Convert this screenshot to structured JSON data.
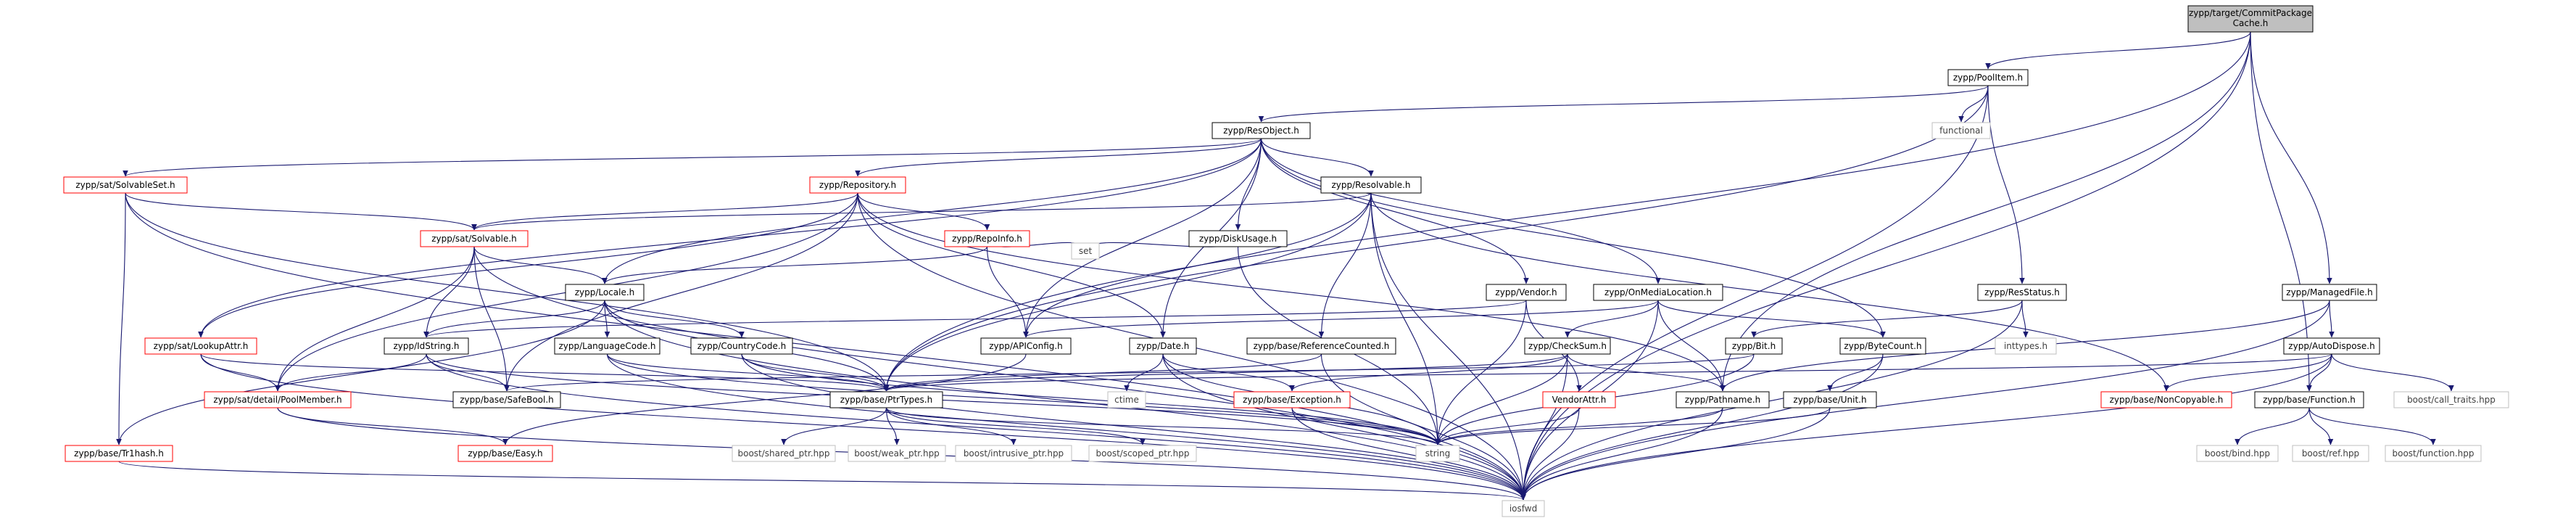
{
  "colors": {
    "edge": "#191970",
    "edge_alt": "#2e2e8f",
    "box_border_default": "#000000",
    "box_border_missing": "#ff0000",
    "box_border_external": "#bfbfbf",
    "box_fill": "#ffffff",
    "box_fill_root": "#bfbfbf",
    "text": "#000000",
    "text_external": "#404040"
  },
  "nodes": [
    {
      "id": "root",
      "label": "zypp/target/CommitPackage",
      "label2": "Cache.h",
      "kind": "root"
    },
    {
      "id": "poolitem",
      "label": "zypp/PoolItem.h",
      "kind": "doc"
    },
    {
      "id": "functional",
      "label": "functional",
      "kind": "ext"
    },
    {
      "id": "resobject",
      "label": "zypp/ResObject.h",
      "kind": "doc"
    },
    {
      "id": "solvableset",
      "label": "zypp/sat/SolvableSet.h",
      "kind": "missing"
    },
    {
      "id": "repository",
      "label": "zypp/Repository.h",
      "kind": "missing"
    },
    {
      "id": "resolvable",
      "label": "zypp/Resolvable.h",
      "kind": "doc"
    },
    {
      "id": "solvable",
      "label": "zypp/sat/Solvable.h",
      "kind": "missing"
    },
    {
      "id": "repoinfo",
      "label": "zypp/RepoInfo.h",
      "kind": "missing"
    },
    {
      "id": "diskusage",
      "label": "zypp/DiskUsage.h",
      "kind": "doc"
    },
    {
      "id": "set",
      "label": "set",
      "kind": "ext"
    },
    {
      "id": "locale",
      "label": "zypp/Locale.h",
      "kind": "doc"
    },
    {
      "id": "vendor",
      "label": "zypp/Vendor.h",
      "kind": "doc"
    },
    {
      "id": "onmedialocation",
      "label": "zypp/OnMediaLocation.h",
      "kind": "doc"
    },
    {
      "id": "resstatus",
      "label": "zypp/ResStatus.h",
      "kind": "doc"
    },
    {
      "id": "managedfile",
      "label": "zypp/ManagedFile.h",
      "kind": "doc"
    },
    {
      "id": "lookupattr",
      "label": "zypp/sat/LookupAttr.h",
      "kind": "missing"
    },
    {
      "id": "idstring",
      "label": "zypp/IdString.h",
      "kind": "doc"
    },
    {
      "id": "languagecode",
      "label": "zypp/LanguageCode.h",
      "kind": "doc"
    },
    {
      "id": "countrycode",
      "label": "zypp/CountryCode.h",
      "kind": "doc"
    },
    {
      "id": "apiconfig",
      "label": "zypp/APIConfig.h",
      "kind": "doc"
    },
    {
      "id": "date",
      "label": "zypp/Date.h",
      "kind": "doc"
    },
    {
      "id": "refcounted",
      "label": "zypp/base/ReferenceCounted.h",
      "kind": "doc"
    },
    {
      "id": "checksum",
      "label": "zypp/CheckSum.h",
      "kind": "doc"
    },
    {
      "id": "bytecount",
      "label": "zypp/ByteCount.h",
      "kind": "doc"
    },
    {
      "id": "bit",
      "label": "zypp/Bit.h",
      "kind": "doc"
    },
    {
      "id": "inttypes",
      "label": "inttypes.h",
      "kind": "ext"
    },
    {
      "id": "autodispose",
      "label": "zypp/AutoDispose.h",
      "kind": "doc"
    },
    {
      "id": "poolmember",
      "label": "zypp/sat/detail/PoolMember.h",
      "kind": "missing"
    },
    {
      "id": "safebool",
      "label": "zypp/base/SafeBool.h",
      "kind": "doc"
    },
    {
      "id": "ptrtypes",
      "label": "zypp/base/PtrTypes.h",
      "kind": "doc"
    },
    {
      "id": "ctime",
      "label": "ctime",
      "kind": "ext"
    },
    {
      "id": "exception",
      "label": "zypp/base/Exception.h",
      "kind": "missing"
    },
    {
      "id": "vendorattr",
      "label": "VendorAttr.h",
      "kind": "missing"
    },
    {
      "id": "pathname",
      "label": "zypp/Pathname.h",
      "kind": "doc"
    },
    {
      "id": "unit",
      "label": "zypp/base/Unit.h",
      "kind": "doc"
    },
    {
      "id": "noncopyable",
      "label": "zypp/base/NonCopyable.h",
      "kind": "missing"
    },
    {
      "id": "function",
      "label": "zypp/base/Function.h",
      "kind": "doc"
    },
    {
      "id": "calltraits",
      "label": "boost/call_traits.hpp",
      "kind": "ext"
    },
    {
      "id": "trhash",
      "label": "zypp/base/Tr1hash.h",
      "kind": "missing"
    },
    {
      "id": "easy",
      "label": "zypp/base/Easy.h",
      "kind": "missing"
    },
    {
      "id": "sharedptr",
      "label": "boost/shared_ptr.hpp",
      "kind": "ext"
    },
    {
      "id": "weakptr",
      "label": "boost/weak_ptr.hpp",
      "kind": "ext"
    },
    {
      "id": "intrusiveptr",
      "label": "boost/intrusive_ptr.hpp",
      "kind": "ext"
    },
    {
      "id": "scopedptr",
      "label": "boost/scoped_ptr.hpp",
      "kind": "ext"
    },
    {
      "id": "string",
      "label": "string",
      "kind": "ext"
    },
    {
      "id": "boostbind",
      "label": "boost/bind.hpp",
      "kind": "ext"
    },
    {
      "id": "boostref",
      "label": "boost/ref.hpp",
      "kind": "ext"
    },
    {
      "id": "boostfunction",
      "label": "boost/function.hpp",
      "kind": "ext"
    },
    {
      "id": "iosfwd",
      "label": "iosfwd",
      "kind": "ext"
    }
  ],
  "edges": [
    [
      "root",
      "poolitem"
    ],
    [
      "root",
      "ptrtypes"
    ],
    [
      "root",
      "pathname"
    ],
    [
      "root",
      "managedfile"
    ],
    [
      "root",
      "function"
    ],
    [
      "root",
      "iosfwd"
    ],
    [
      "poolitem",
      "functional"
    ],
    [
      "poolitem",
      "resobject"
    ],
    [
      "poolitem",
      "resstatus"
    ],
    [
      "poolitem",
      "ptrtypes"
    ],
    [
      "poolitem",
      "iosfwd"
    ],
    [
      "resobject",
      "solvableset"
    ],
    [
      "resobject",
      "repository"
    ],
    [
      "resobject",
      "resolvable"
    ],
    [
      "resobject",
      "diskusage"
    ],
    [
      "resobject",
      "vendor"
    ],
    [
      "resobject",
      "onmedialocation"
    ],
    [
      "resobject",
      "bytecount"
    ],
    [
      "resobject",
      "date"
    ],
    [
      "resobject",
      "apiconfig"
    ],
    [
      "resobject",
      "locale"
    ],
    [
      "resobject",
      "lookupattr"
    ],
    [
      "solvableset",
      "solvable"
    ],
    [
      "solvableset",
      "ptrtypes"
    ],
    [
      "solvableset",
      "trhash"
    ],
    [
      "solvableset",
      "iosfwd"
    ],
    [
      "repository",
      "solvable"
    ],
    [
      "repository",
      "repoinfo"
    ],
    [
      "repository",
      "lookupattr"
    ],
    [
      "repository",
      "poolmember"
    ],
    [
      "repository",
      "date"
    ],
    [
      "repository",
      "safebool"
    ],
    [
      "repository",
      "iosfwd"
    ],
    [
      "repository",
      "pathname"
    ],
    [
      "resolvable",
      "solvable"
    ],
    [
      "resolvable",
      "refcounted"
    ],
    [
      "resolvable",
      "ptrtypes"
    ],
    [
      "resolvable",
      "apiconfig"
    ],
    [
      "resolvable",
      "noncopyable"
    ],
    [
      "resolvable",
      "string"
    ],
    [
      "resolvable",
      "iosfwd"
    ],
    [
      "solvable",
      "locale"
    ],
    [
      "solvable",
      "idstring"
    ],
    [
      "solvable",
      "poolmember"
    ],
    [
      "solvable",
      "safebool"
    ],
    [
      "solvable",
      "iosfwd"
    ],
    [
      "repoinfo",
      "locale"
    ],
    [
      "repoinfo",
      "set"
    ],
    [
      "repoinfo",
      "apiconfig"
    ],
    [
      "diskusage",
      "set"
    ],
    [
      "diskusage",
      "string"
    ],
    [
      "locale",
      "idstring"
    ],
    [
      "locale",
      "languagecode"
    ],
    [
      "locale",
      "countrycode"
    ],
    [
      "locale",
      "ptrtypes"
    ],
    [
      "locale",
      "trhash"
    ],
    [
      "locale",
      "iosfwd"
    ],
    [
      "vendor",
      "string"
    ],
    [
      "vendor",
      "vendorattr"
    ],
    [
      "vendor",
      "idstring"
    ],
    [
      "onmedialocation",
      "checksum"
    ],
    [
      "onmedialocation",
      "bytecount"
    ],
    [
      "onmedialocation",
      "pathname"
    ],
    [
      "onmedialocation",
      "apiconfig"
    ],
    [
      "onmedialocation",
      "iosfwd"
    ],
    [
      "resstatus",
      "bit"
    ],
    [
      "resstatus",
      "inttypes"
    ],
    [
      "resstatus",
      "iosfwd"
    ],
    [
      "managedfile",
      "pathname"
    ],
    [
      "managedfile",
      "autodispose"
    ],
    [
      "managedfile",
      "iosfwd"
    ],
    [
      "lookupattr",
      "poolmember"
    ],
    [
      "lookupattr",
      "ptrtypes"
    ],
    [
      "lookupattr",
      "iosfwd"
    ],
    [
      "idstring",
      "poolmember"
    ],
    [
      "idstring",
      "safebool"
    ],
    [
      "idstring",
      "iosfwd"
    ],
    [
      "idstring",
      "string"
    ],
    [
      "languagecode",
      "ptrtypes"
    ],
    [
      "languagecode",
      "string"
    ],
    [
      "languagecode",
      "iosfwd"
    ],
    [
      "countrycode",
      "ptrtypes"
    ],
    [
      "countrycode",
      "string"
    ],
    [
      "countrycode",
      "iosfwd"
    ],
    [
      "apiconfig",
      "easy"
    ],
    [
      "date",
      "ctime"
    ],
    [
      "date",
      "exception"
    ],
    [
      "date",
      "string"
    ],
    [
      "date",
      "iosfwd"
    ],
    [
      "refcounted",
      "ptrtypes"
    ],
    [
      "refcounted",
      "iosfwd"
    ],
    [
      "checksum",
      "ptrtypes"
    ],
    [
      "checksum",
      "exception"
    ],
    [
      "checksum",
      "pathname"
    ],
    [
      "checksum",
      "string"
    ],
    [
      "checksum",
      "iosfwd"
    ],
    [
      "bytecount",
      "unit"
    ],
    [
      "bytecount",
      "iosfwd"
    ],
    [
      "bit",
      "safebool"
    ],
    [
      "bit",
      "string"
    ],
    [
      "autodispose",
      "noncopyable"
    ],
    [
      "autodispose",
      "ptrtypes"
    ],
    [
      "autodispose",
      "function"
    ],
    [
      "autodispose",
      "calltraits"
    ],
    [
      "autodispose",
      "iosfwd"
    ],
    [
      "poolmember",
      "easy"
    ],
    [
      "poolmember",
      "iosfwd"
    ],
    [
      "ptrtypes",
      "sharedptr"
    ],
    [
      "ptrtypes",
      "weakptr"
    ],
    [
      "ptrtypes",
      "intrusiveptr"
    ],
    [
      "ptrtypes",
      "scopedptr"
    ],
    [
      "ptrtypes",
      "string"
    ],
    [
      "exception",
      "string"
    ],
    [
      "exception",
      "iosfwd"
    ],
    [
      "vendorattr",
      "string"
    ],
    [
      "vendorattr",
      "iosfwd"
    ],
    [
      "pathname",
      "string"
    ],
    [
      "pathname",
      "iosfwd"
    ],
    [
      "unit",
      "string"
    ],
    [
      "unit",
      "iosfwd"
    ],
    [
      "function",
      "boostbind"
    ],
    [
      "function",
      "boostref"
    ],
    [
      "function",
      "boostfunction"
    ],
    [
      "trhash",
      "iosfwd"
    ]
  ]
}
